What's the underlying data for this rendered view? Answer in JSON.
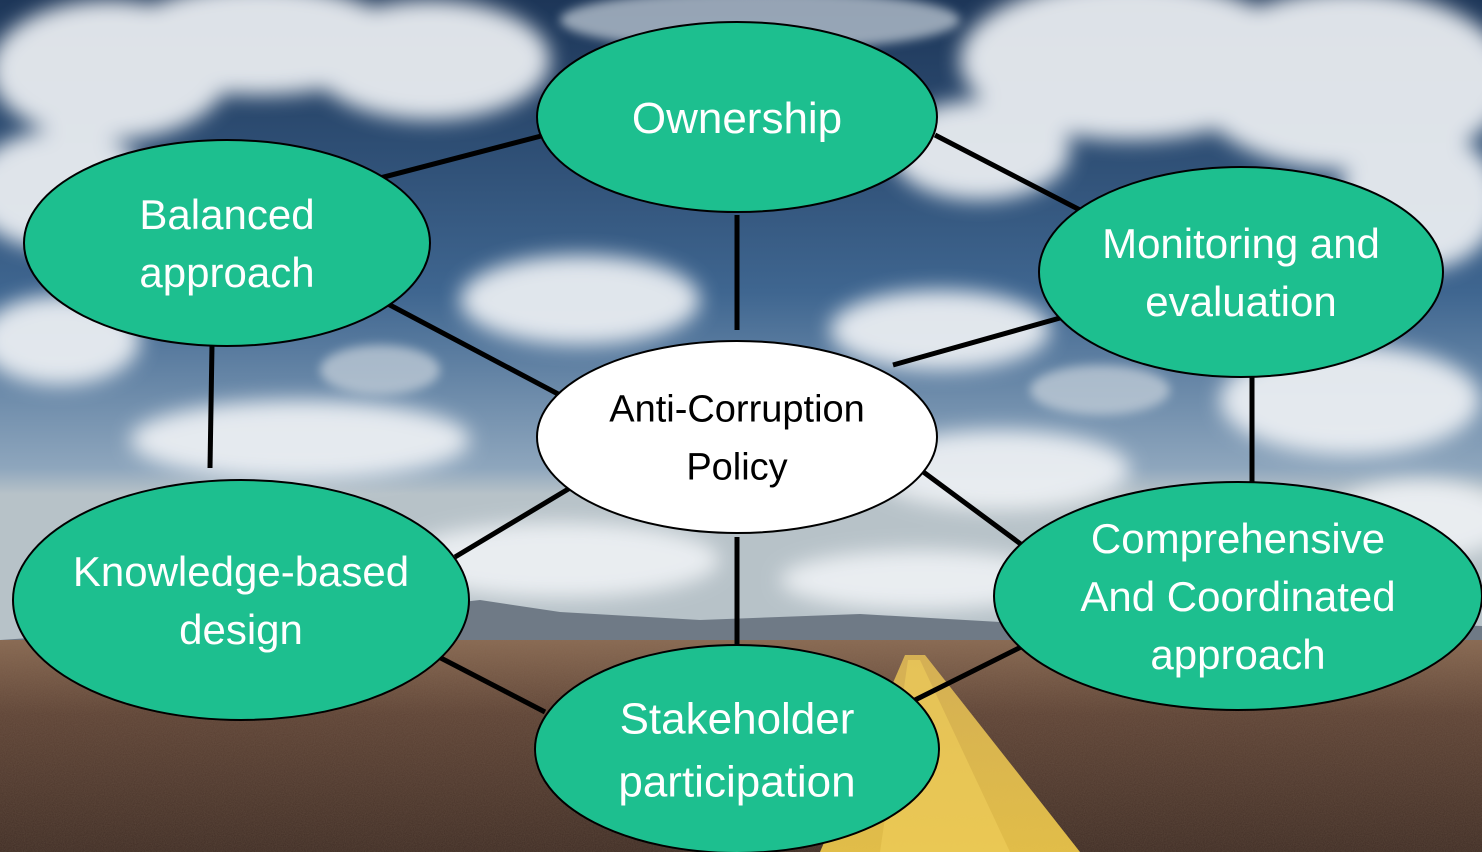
{
  "diagram": {
    "center": {
      "lines": [
        "Anti-Corruption",
        "Policy"
      ]
    },
    "nodes": [
      {
        "id": "ownership",
        "lines": [
          "Ownership"
        ]
      },
      {
        "id": "balanced",
        "lines": [
          "Balanced",
          "approach"
        ]
      },
      {
        "id": "monitoring",
        "lines": [
          "Monitoring and",
          "evaluation"
        ]
      },
      {
        "id": "knowledge",
        "lines": [
          "Knowledge-based",
          "design"
        ]
      },
      {
        "id": "comprehensive",
        "lines": [
          "Comprehensive",
          "And Coordinated",
          "approach"
        ]
      },
      {
        "id": "stakeholder",
        "lines": [
          "Stakeholder",
          "participation"
        ]
      }
    ],
    "colors": {
      "node_fill": "#1dbf8f",
      "center_fill": "#ffffff",
      "outline": "#000000",
      "node_text": "#ffffff",
      "center_text": "#000000"
    }
  }
}
